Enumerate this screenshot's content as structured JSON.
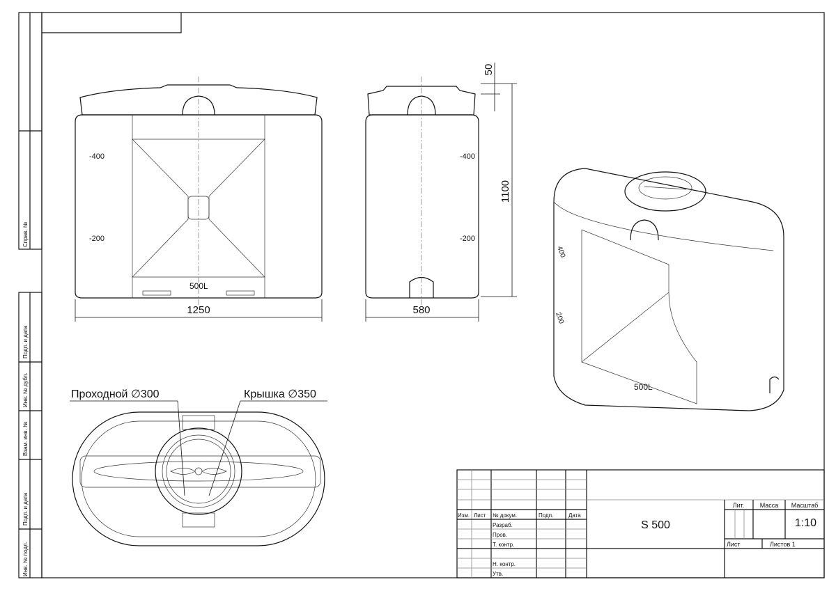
{
  "stamp_left": {
    "labels": [
      "Справ. №",
      "Подп. и дата",
      "Инв. № дубл.",
      "Взам. инв. №",
      "Подп. и дата",
      "Инв. № подл."
    ]
  },
  "front_view": {
    "width_dim": "1250",
    "mark_400": "-400",
    "mark_200": "-200",
    "volume_label": "500L"
  },
  "side_view": {
    "width_dim": "580",
    "height_dim": "1100",
    "lid_dim": "50",
    "mark_400": "-400",
    "mark_200": "-200"
  },
  "top_view": {
    "manhole_label": "Проходной ∅300",
    "lid_label": "Крышка ∅350"
  },
  "iso_view": {
    "volume_label": "500L",
    "mark_400": "400",
    "mark_200": "200"
  },
  "title_block": {
    "col_headers": [
      "Изм.",
      "Лист",
      "№ докум.",
      "Подп.",
      "Дата"
    ],
    "rows": [
      "Разраб.",
      "Пров.",
      "Т. контр.",
      "",
      "Н. контр.",
      "Утв."
    ],
    "designation": "S 500",
    "lit_label": "Лит.",
    "mass_label": "Масса",
    "scale_label": "Масштаб",
    "scale_value": "1:10",
    "sheet_label": "Лист",
    "sheets_label": "Листов 1"
  }
}
